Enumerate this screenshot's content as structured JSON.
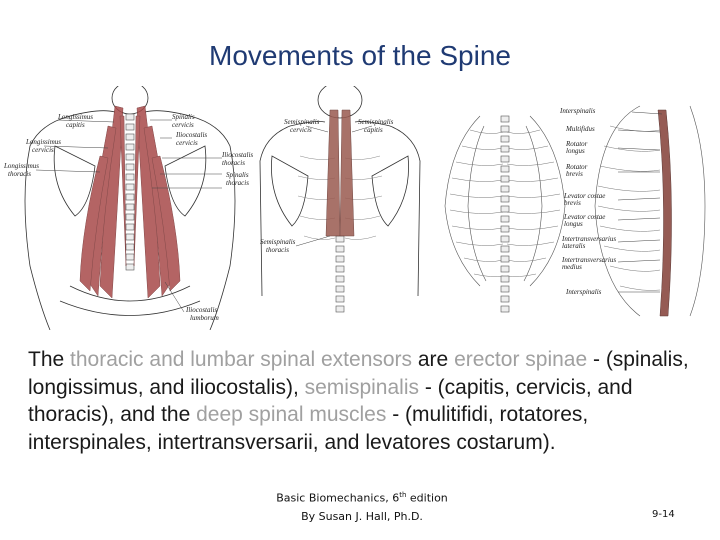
{
  "slide": {
    "title": "Movements of the Spine",
    "body": [
      {
        "text": "The ",
        "highlight": false
      },
      {
        "text": "thoracic and lumbar spinal extensors",
        "highlight": true
      },
      {
        "text": " are ",
        "highlight": false
      },
      {
        "text": "erector spinae",
        "highlight": true
      },
      {
        "text": " - (spinalis, longissimus, and iliocostalis), ",
        "highlight": false
      },
      {
        "text": "semispinalis",
        "highlight": true
      },
      {
        "text": " - (capitis, cervicis, and thoracis), and the ",
        "highlight": false
      },
      {
        "text": "deep spinal muscles",
        "highlight": true
      },
      {
        "text": " - (mulitifidi, rotatores, interspinales, intertransversarii, and levatores costarum).",
        "highlight": false
      }
    ],
    "citation_line1_prefix": "Basic Biomechanics, 6",
    "citation_line1_sup": "th",
    "citation_line1_suffix": " edition",
    "citation_line2": "By Susan J. Hall, Ph.D.",
    "slide_number": "9-14"
  },
  "figure": {
    "labels_left": {
      "longissimus_capitis": [
        "Longissimus",
        "capitis"
      ],
      "longissimus_cervicis": [
        "Longissimus",
        "cervicis"
      ],
      "longissimus_thoracis": [
        "Longissimus",
        "thoracis"
      ],
      "spinalis_cervicis": [
        "Spinalis",
        "cervicis"
      ],
      "iliocostalis_cervicis": [
        "Iliocostalis",
        "cervicis"
      ],
      "iliocostalis_thoracis": [
        "Iliocostalis",
        "thoracis"
      ],
      "spinalis_thoracis": [
        "Spinalis",
        "thoracis"
      ],
      "iliocostalis_lumborum": [
        "Iliocostalis",
        "lumborum"
      ]
    },
    "labels_middle": {
      "semispinalis_cervicis": [
        "Semispinalis",
        "cervicis"
      ],
      "semispinalis_capitis": [
        "Semispinalis",
        "capitis"
      ],
      "semispinalis_thoracis": [
        "Semispinalis",
        "thoracis"
      ]
    },
    "labels_right": [
      "Interspinalis",
      "Multifidus",
      "Rotator",
      "longus",
      "Rotator",
      "brevis",
      "Levator costae",
      "brevis",
      "Levator costae",
      "longus",
      "Intertransversarius",
      "lateralis",
      "Intertransversarius",
      "medius",
      "Interspinalis"
    ],
    "muscle_color": "#a84a4a"
  }
}
